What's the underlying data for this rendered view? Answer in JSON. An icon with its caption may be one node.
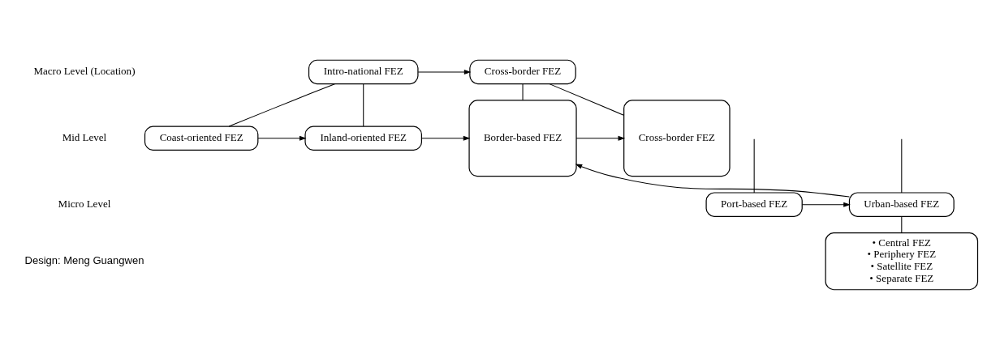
{
  "diagram": {
    "nodes": [
      {
        "text": [
          "Intro-national FEZ"
        ]
      },
      {
        "text": [
          "Cross-border FEZ"
        ]
      },
      {
        "text": [
          "Coast-oriented FEZ"
        ]
      },
      {
        "text": [
          "Inland-oriented FEZ"
        ]
      },
      {
        "text": [
          "Port-based FEZ"
        ]
      },
      {
        "text": [
          "Urban-based FEZ"
        ]
      },
      {
        "text": [
          "Border-based FEZ"
        ]
      },
      {
        "text": [
          "Cross-border FEZ"
        ]
      },
      {
        "text": [
          "• Central FEZ",
          "• Periphery FEZ",
          "• Satellite FEZ",
          "• Separate FEZ"
        ]
      }
    ],
    "edges": [
      {
        "from": 0,
        "to": 1,
        "arrow": "to"
      },
      {
        "from": 0,
        "to": 2,
        "arrow": "none"
      },
      {
        "from": 0,
        "to": 3,
        "arrow": "none"
      },
      {
        "from": 1,
        "to": 6,
        "arrow": "none"
      },
      {
        "from": 1,
        "to": 7,
        "arrow": "none"
      },
      {
        "from": 2,
        "to": 3,
        "arrow": "to"
      },
      {
        "from": 3,
        "to": 6,
        "arrow": "to"
      },
      {
        "from": null,
        "to": 4,
        "arrow": "none"
      },
      {
        "from": null,
        "to": 5,
        "arrow": "none"
      },
      {
        "from": 4,
        "to": 5,
        "arrow": "to"
      },
      {
        "from": 5,
        "to": 6,
        "arrow": "to"
      },
      {
        "from": 6,
        "to": 7,
        "arrow": "to"
      },
      {
        "from": 5,
        "to": 8,
        "arrow": "none"
      }
    ],
    "labels": [
      "Macro Level (Location)",
      "Mid Level",
      "Micro Level",
      "Design: Meng Guangwen"
    ]
  }
}
